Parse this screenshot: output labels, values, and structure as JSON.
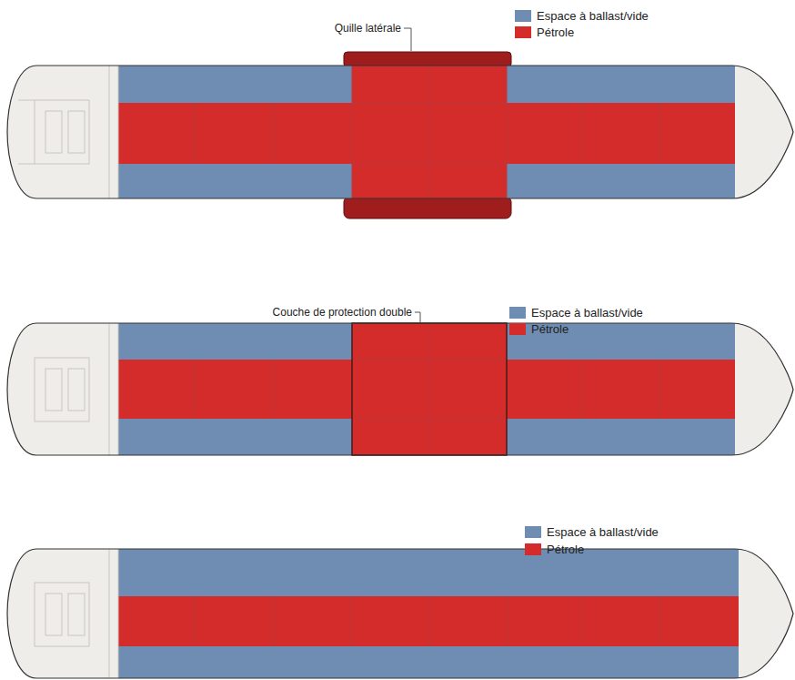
{
  "diagram": {
    "labels": [
      "Quille latérale",
      "Couche de protection double"
    ],
    "legend": [
      {
        "text": "Espace à ballast/vide",
        "color": "#6f8cb2"
      },
      {
        "text": "Pétrole",
        "color": "#d42b2b"
      },
      {
        "text": "Espace à ballast/vide",
        "color": "#6f8cb2"
      },
      {
        "text": "Pétrole",
        "color": "#d42b2b"
      },
      {
        "text": "Espace à ballast/vide",
        "color": "#6f8cb2"
      },
      {
        "text": "Pétrole",
        "color": "#d42b2b"
      }
    ]
  }
}
